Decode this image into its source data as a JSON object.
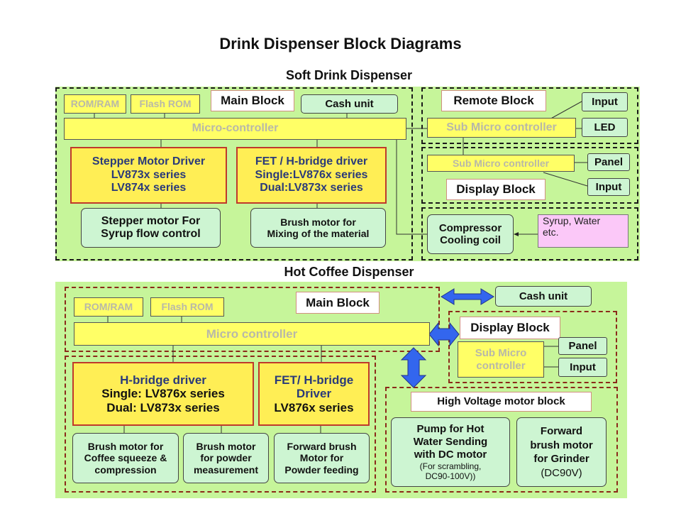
{
  "title": "Drink Dispenser Block Diagrams",
  "soft_drink": {
    "heading": "Soft Drink Dispenser",
    "main_block": {
      "label": "Main Block",
      "rom_ram": "ROM/RAM",
      "flash_rom": "Flash ROM",
      "cash_unit": "Cash unit",
      "micro_controller": "Micro-controller",
      "stepper_driver": [
        "Stepper Motor Driver",
        "LV873x series",
        "LV874x series"
      ],
      "fet_driver": [
        "FET / H-bridge driver",
        "Single:LV876x series",
        "Dual:LV873x series"
      ],
      "stepper_motor": [
        "Stepper motor For",
        "Syrup flow control"
      ],
      "brush_motor": [
        "Brush motor for",
        "Mixing of the material"
      ]
    },
    "remote_block": {
      "label": "Remote Block",
      "sub_micro": "Sub Micro controller",
      "input": "Input",
      "led": "LED"
    },
    "display_block": {
      "label": "Display Block",
      "sub_micro": "Sub Micro controller",
      "panel": "Panel",
      "input": "Input"
    },
    "cooling": {
      "compressor": [
        "Compressor",
        "Cooling coil"
      ],
      "supply": [
        "Syrup, Water",
        "etc."
      ]
    }
  },
  "hot_coffee": {
    "heading": "Hot Coffee Dispenser",
    "main_block": {
      "label": "Main Block",
      "rom_ram": "ROM/RAM",
      "flash_rom": "Flash ROM",
      "micro_controller": "Micro controller"
    },
    "cash_unit": "Cash unit",
    "display_block": {
      "label": "Display Block",
      "sub_micro": [
        "Sub Micro",
        "controller"
      ],
      "panel": "Panel",
      "input": "Input"
    },
    "drivers": {
      "hbridge": [
        "H-bridge driver",
        "Single: LV876x series",
        "Dual: LV873x series"
      ],
      "fet": [
        "FET/ H-bridge",
        "Driver",
        "LV876x series"
      ],
      "motor_squeeze": [
        "Brush motor for",
        "Coffee squeeze &",
        "compression"
      ],
      "motor_powder": [
        "Brush motor",
        "for powder",
        "measurement"
      ],
      "motor_feed": [
        "Forward brush",
        "Motor for",
        "Powder feeding"
      ]
    },
    "high_voltage": {
      "label": "High Voltage motor block",
      "pump": [
        "Pump for Hot",
        "Water Sending",
        "with DC motor"
      ],
      "pump_note": [
        "(For scrambling,",
        "DC90-100V))"
      ],
      "grinder": [
        "Forward",
        "brush motor",
        "for Grinder"
      ],
      "grinder_note": "(DC90V)"
    }
  },
  "colors": {
    "panel_green": "#c6f59a",
    "micro_yellow": "#ffff66",
    "driver_border": "#c0392b",
    "arrow_blue": "#3366ee",
    "mint": "#cdf5d2",
    "pink": "#fbc8f8"
  }
}
